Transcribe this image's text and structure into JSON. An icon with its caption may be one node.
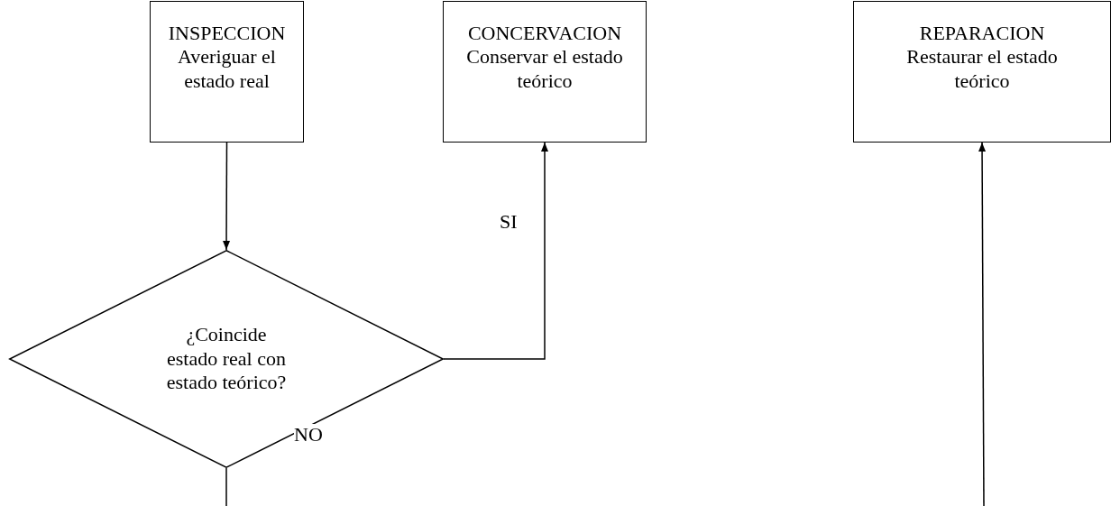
{
  "diagram": {
    "nodes": [
      {
        "text": [
          "INSPECCION",
          "Averiguar el estado real"
        ]
      },
      {
        "text": [
          "CONCERVACION",
          "Conservar el estado teórico"
        ]
      },
      {
        "text": [
          "REPARACION",
          "Restaurar el estado teórico"
        ]
      },
      {
        "text": [
          "¿Coincide estado real con estado teórico?"
        ]
      }
    ],
    "edges": [
      {
        "from": 0,
        "to": 3,
        "arrow": "to"
      },
      {
        "from": 3,
        "to": 1,
        "arrow": "to",
        "label": "SI"
      },
      {
        "from": 3,
        "to": null,
        "arrow": "none",
        "label": "NO"
      },
      {
        "from": null,
        "to": 2,
        "arrow": "to"
      }
    ]
  }
}
